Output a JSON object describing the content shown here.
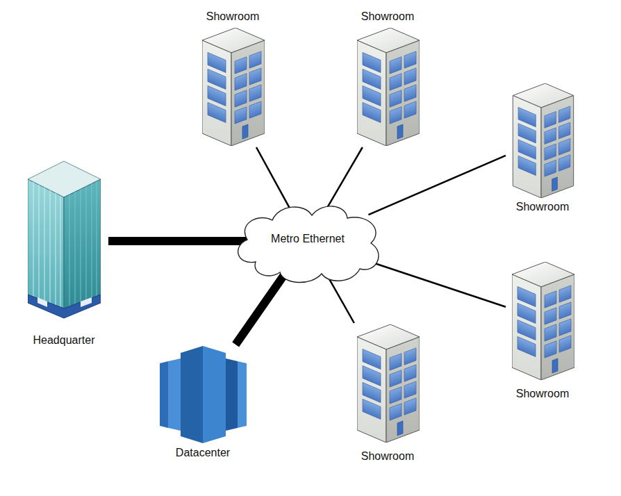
{
  "diagram": {
    "nodes": [
      {
        "text": [
          "Showroom"
        ]
      },
      {
        "text": [
          "Showroom"
        ]
      },
      {
        "text": [
          "Showroom"
        ]
      },
      {
        "text": [
          "Headquarter"
        ]
      },
      {
        "text": [
          "Metro Ethernet"
        ]
      },
      {
        "text": [
          "Showroom"
        ]
      },
      {
        "text": [
          "Datacenter"
        ]
      },
      {
        "text": [
          "Showroom"
        ]
      }
    ],
    "edges": [
      {
        "from": 3,
        "to": 4,
        "arrow": "none"
      },
      {
        "from": 6,
        "to": 4,
        "arrow": "none"
      },
      {
        "from": 0,
        "to": 4,
        "arrow": "none"
      },
      {
        "from": 1,
        "to": 4,
        "arrow": "none"
      },
      {
        "from": 2,
        "to": 4,
        "arrow": "none"
      },
      {
        "from": 5,
        "to": 4,
        "arrow": "none"
      },
      {
        "from": 7,
        "to": 4,
        "arrow": "none"
      }
    ]
  }
}
